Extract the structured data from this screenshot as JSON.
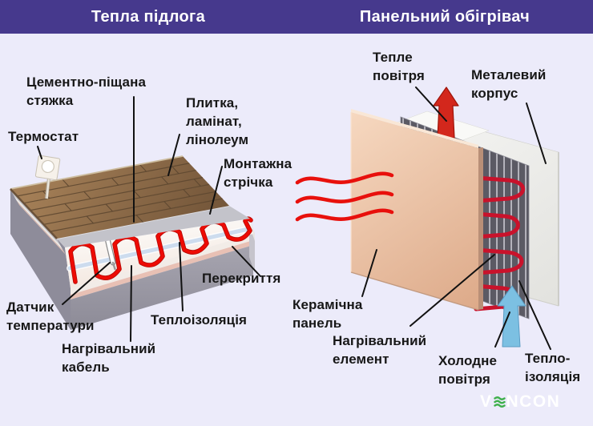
{
  "header": {
    "left_title": "Тепла підлога",
    "right_title": "Панельний обігрівач"
  },
  "floor_diagram": {
    "labels": {
      "screed": "Цементно-піщана\nстяжка",
      "thermostat": "Термостат",
      "flooring": "Плитка,\nламінат,\nлінолеум",
      "tape": "Монтажна\nстрічка",
      "sensor": "Датчик\nтемператури",
      "cable": "Нагрівальний\nкабель",
      "insulation": "Теплоізоляція",
      "slab": "Перекриття"
    }
  },
  "panel_diagram": {
    "labels": {
      "warm_air": "Тепле\nповітря",
      "metal_case": "Металевий\nкорпус",
      "ceramic_panel": "Керамічна\nпанель",
      "heating_element": "Нагрівальний\nелемент",
      "cold_air": "Холодне\nповітря",
      "insulation": "Тепло-\nізоляція"
    }
  },
  "logo": {
    "prefix": "V",
    "suffix": "NCON"
  },
  "colors": {
    "header_purple": "#46398D",
    "background": "#ECEBFA",
    "floor_cable_red": "#EE0B04",
    "panel_cable_red": "#C9122B",
    "cold_air_blue": "#7CC0E2",
    "warm_air_red": "#D3271C",
    "logo_green": "#3FB04C"
  }
}
